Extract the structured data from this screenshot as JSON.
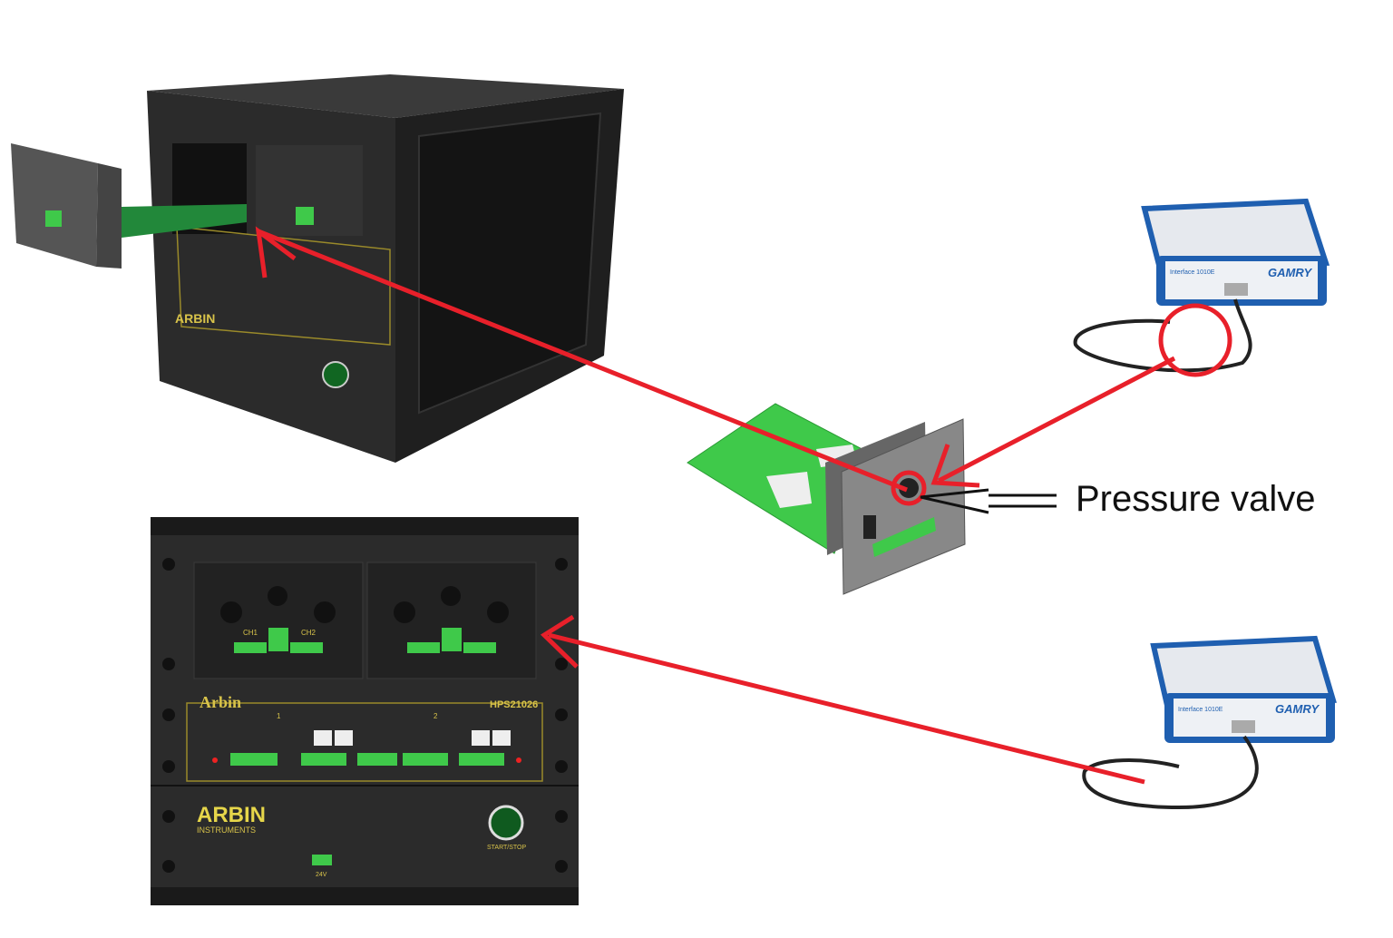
{
  "annotation": {
    "label": "Pressure valve"
  },
  "front_unit": {
    "brand_script": "Arbin",
    "model": "HPS21026",
    "logo_main": "ARBIN",
    "logo_sub": "INSTRUMENTS",
    "channel_1": "1",
    "channel_2": "2",
    "ch1_label": "CH1",
    "ch2_label": "CH2",
    "button_label": "START/STOP",
    "power_label": "24V"
  },
  "potentiostat": {
    "brand": "GAMRY",
    "model": "Interface 1010E"
  },
  "colors": {
    "arrow": "#e8202a",
    "chassis": "#2e2e2e",
    "pcb": "#3fc94a",
    "gamry_blue": "#1f5fb0",
    "accent_text": "#d8c34a"
  }
}
